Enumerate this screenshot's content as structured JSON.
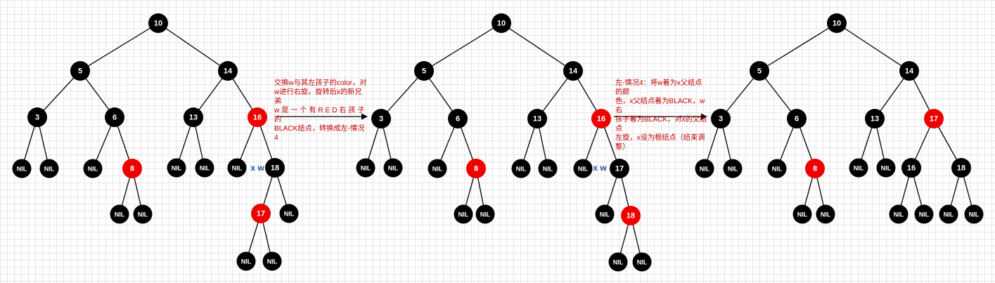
{
  "trees": [
    {
      "nodes": [
        {
          "id": "a10",
          "label": "10",
          "color": "black"
        },
        {
          "id": "a5",
          "label": "5",
          "color": "black"
        },
        {
          "id": "a14",
          "label": "14",
          "color": "black"
        },
        {
          "id": "a3",
          "label": "3",
          "color": "black"
        },
        {
          "id": "a6",
          "label": "6",
          "color": "black"
        },
        {
          "id": "a13",
          "label": "13",
          "color": "black"
        },
        {
          "id": "a16",
          "label": "16",
          "color": "red"
        },
        {
          "id": "a3l",
          "label": "NIL",
          "color": "black"
        },
        {
          "id": "a3r",
          "label": "NIL",
          "color": "black"
        },
        {
          "id": "a6l",
          "label": "NIL",
          "color": "black"
        },
        {
          "id": "a8",
          "label": "8",
          "color": "red"
        },
        {
          "id": "a13l",
          "label": "NIL",
          "color": "black"
        },
        {
          "id": "a13r",
          "label": "NIL",
          "color": "black"
        },
        {
          "id": "a16l",
          "label": "NIL",
          "color": "black"
        },
        {
          "id": "a18",
          "label": "18",
          "color": "black"
        },
        {
          "id": "a8l",
          "label": "NIL",
          "color": "black"
        },
        {
          "id": "a8r",
          "label": "NIL",
          "color": "black"
        },
        {
          "id": "a17",
          "label": "17",
          "color": "red"
        },
        {
          "id": "a18r",
          "label": "NIL",
          "color": "black"
        },
        {
          "id": "a17l",
          "label": "NIL",
          "color": "black"
        },
        {
          "id": "a17r",
          "label": "NIL",
          "color": "black"
        }
      ],
      "edges": [
        [
          "a10",
          "a5"
        ],
        [
          "a10",
          "a14"
        ],
        [
          "a5",
          "a3"
        ],
        [
          "a5",
          "a6"
        ],
        [
          "a14",
          "a13"
        ],
        [
          "a14",
          "a16"
        ],
        [
          "a3",
          "a3l"
        ],
        [
          "a3",
          "a3r"
        ],
        [
          "a6",
          "a6l"
        ],
        [
          "a6",
          "a8"
        ],
        [
          "a13",
          "a13l"
        ],
        [
          "a13",
          "a13r"
        ],
        [
          "a16",
          "a16l"
        ],
        [
          "a16",
          "a18"
        ],
        [
          "a8",
          "a8l"
        ],
        [
          "a8",
          "a8r"
        ],
        [
          "a18",
          "a17"
        ],
        [
          "a18",
          "a18r"
        ],
        [
          "a17",
          "a17l"
        ],
        [
          "a17",
          "a17r"
        ]
      ],
      "marker": "x w"
    },
    {
      "nodes": [
        {
          "id": "b10",
          "label": "10",
          "color": "black"
        },
        {
          "id": "b5",
          "label": "5",
          "color": "black"
        },
        {
          "id": "b14",
          "label": "14",
          "color": "black"
        },
        {
          "id": "b3",
          "label": "3",
          "color": "black"
        },
        {
          "id": "b6",
          "label": "6",
          "color": "black"
        },
        {
          "id": "b13",
          "label": "13",
          "color": "black"
        },
        {
          "id": "b16",
          "label": "16",
          "color": "red"
        },
        {
          "id": "b3l",
          "label": "NIL",
          "color": "black"
        },
        {
          "id": "b3r",
          "label": "NIL",
          "color": "black"
        },
        {
          "id": "b6l",
          "label": "NIL",
          "color": "black"
        },
        {
          "id": "b8",
          "label": "8",
          "color": "red"
        },
        {
          "id": "b13l",
          "label": "NIL",
          "color": "black"
        },
        {
          "id": "b13r",
          "label": "NIL",
          "color": "black"
        },
        {
          "id": "b16l",
          "label": "NIL",
          "color": "black"
        },
        {
          "id": "b17",
          "label": "17",
          "color": "black"
        },
        {
          "id": "b8l",
          "label": "NIL",
          "color": "black"
        },
        {
          "id": "b8r",
          "label": "NIL",
          "color": "black"
        },
        {
          "id": "b17l",
          "label": "NIL",
          "color": "black"
        },
        {
          "id": "b18",
          "label": "18",
          "color": "red"
        },
        {
          "id": "b18l",
          "label": "NIL",
          "color": "black"
        },
        {
          "id": "b18r",
          "label": "NIL",
          "color": "black"
        }
      ],
      "edges": [
        [
          "b10",
          "b5"
        ],
        [
          "b10",
          "b14"
        ],
        [
          "b5",
          "b3"
        ],
        [
          "b5",
          "b6"
        ],
        [
          "b14",
          "b13"
        ],
        [
          "b14",
          "b16"
        ],
        [
          "b3",
          "b3l"
        ],
        [
          "b3",
          "b3r"
        ],
        [
          "b6",
          "b6l"
        ],
        [
          "b6",
          "b8"
        ],
        [
          "b13",
          "b13l"
        ],
        [
          "b13",
          "b13r"
        ],
        [
          "b16",
          "b16l"
        ],
        [
          "b16",
          "b17"
        ],
        [
          "b8",
          "b8l"
        ],
        [
          "b8",
          "b8r"
        ],
        [
          "b17",
          "b17l"
        ],
        [
          "b17",
          "b18"
        ],
        [
          "b18",
          "b18l"
        ],
        [
          "b18",
          "b18r"
        ]
      ],
      "marker": "x w"
    },
    {
      "nodes": [
        {
          "id": "c10",
          "label": "10",
          "color": "black"
        },
        {
          "id": "c5",
          "label": "5",
          "color": "black"
        },
        {
          "id": "c14",
          "label": "14",
          "color": "black"
        },
        {
          "id": "c3",
          "label": "3",
          "color": "black"
        },
        {
          "id": "c6",
          "label": "6",
          "color": "black"
        },
        {
          "id": "c13",
          "label": "13",
          "color": "black"
        },
        {
          "id": "c17",
          "label": "17",
          "color": "red"
        },
        {
          "id": "c3l",
          "label": "NIL",
          "color": "black"
        },
        {
          "id": "c3r",
          "label": "NIL",
          "color": "black"
        },
        {
          "id": "c6l",
          "label": "NIL",
          "color": "black"
        },
        {
          "id": "c8",
          "label": "8",
          "color": "red"
        },
        {
          "id": "c13l",
          "label": "NIL",
          "color": "black"
        },
        {
          "id": "c13r",
          "label": "NIL",
          "color": "black"
        },
        {
          "id": "c16",
          "label": "16",
          "color": "black"
        },
        {
          "id": "c18",
          "label": "18",
          "color": "black"
        },
        {
          "id": "c8l",
          "label": "NIL",
          "color": "black"
        },
        {
          "id": "c8r",
          "label": "NIL",
          "color": "black"
        },
        {
          "id": "c16l",
          "label": "NIL",
          "color": "black"
        },
        {
          "id": "c16r",
          "label": "NIL",
          "color": "black"
        },
        {
          "id": "c18l",
          "label": "NIL",
          "color": "black"
        },
        {
          "id": "c18r",
          "label": "NIL",
          "color": "black"
        }
      ],
      "edges": [
        [
          "c10",
          "c5"
        ],
        [
          "c10",
          "c14"
        ],
        [
          "c5",
          "c3"
        ],
        [
          "c5",
          "c6"
        ],
        [
          "c14",
          "c13"
        ],
        [
          "c14",
          "c17"
        ],
        [
          "c3",
          "c3l"
        ],
        [
          "c3",
          "c3r"
        ],
        [
          "c6",
          "c6l"
        ],
        [
          "c6",
          "c8"
        ],
        [
          "c13",
          "c13l"
        ],
        [
          "c13",
          "c13r"
        ],
        [
          "c17",
          "c16"
        ],
        [
          "c17",
          "c18"
        ],
        [
          "c8",
          "c8l"
        ],
        [
          "c8",
          "c8r"
        ],
        [
          "c16",
          "c16l"
        ],
        [
          "c16",
          "c16r"
        ],
        [
          "c18",
          "c18l"
        ],
        [
          "c18",
          "c18r"
        ]
      ]
    }
  ],
  "annotations": {
    "step1": "交换w与其左孩子的color，对\nw进行右旋。旋转后x的新兄弟\nw 是 一 个 有 R E D 右 孩 子 的\nBLACK结点，转换成左-情况4",
    "step2": "左-情况4：将w着为x父结点的颜\n色，x父结点着为BLACK，w右\n孩子着为BLACK，对x的父结点\n左旋，x设为根结点（结束调整）"
  },
  "colors": {
    "black": "#000000",
    "red": "#ee0000",
    "marker": "#1f4f96",
    "annotation": "#c00000"
  }
}
